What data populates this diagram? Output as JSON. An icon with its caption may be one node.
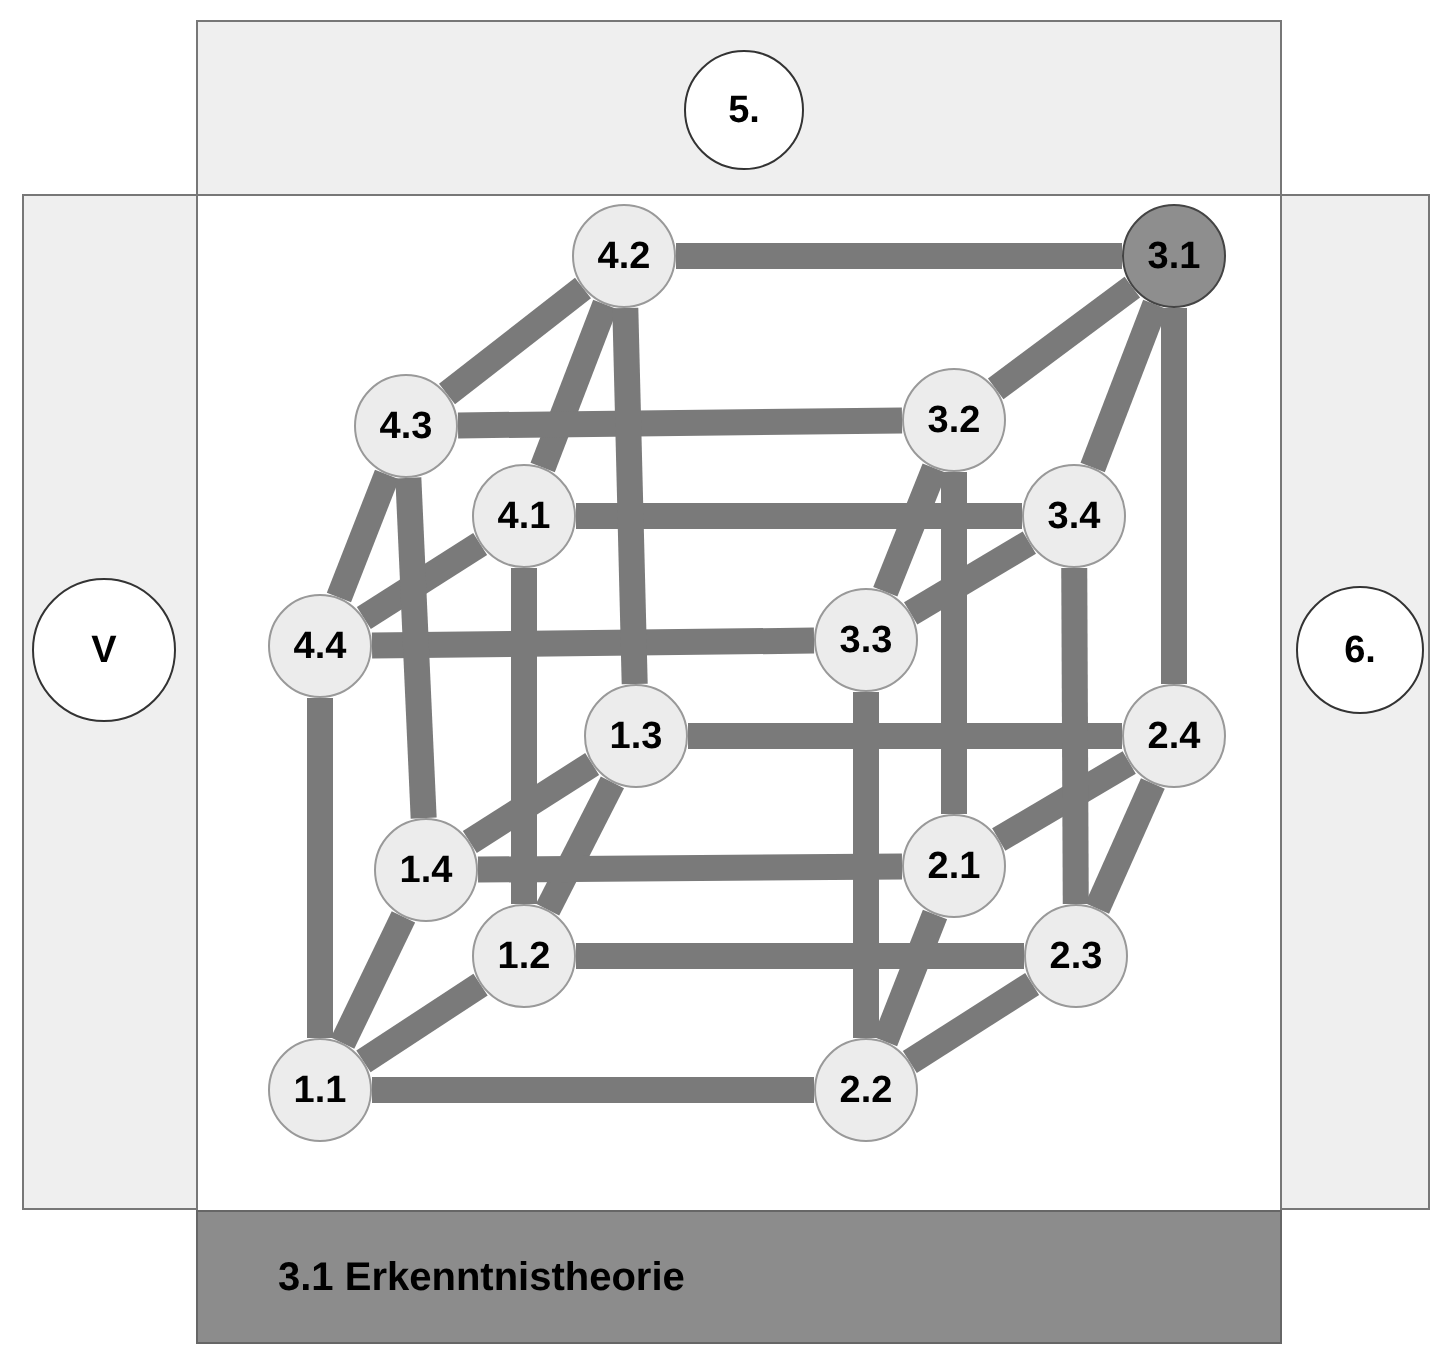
{
  "diagram": {
    "nodes": [
      {
        "text": [
          "5."
        ]
      },
      {
        "text": [
          "4.2"
        ]
      },
      {
        "text": [
          "3.1"
        ]
      },
      {
        "text": [
          "4.3"
        ]
      },
      {
        "text": [
          "3.2"
        ]
      },
      {
        "text": [
          "4.1"
        ]
      },
      {
        "text": [
          "3.4"
        ]
      },
      {
        "text": [
          "V"
        ]
      },
      {
        "text": [
          "4.4"
        ]
      },
      {
        "text": [
          "3.3"
        ]
      },
      {
        "text": [
          "6."
        ]
      },
      {
        "text": [
          "1.3"
        ]
      },
      {
        "text": [
          "2.4"
        ]
      },
      {
        "text": [
          "1.4"
        ]
      },
      {
        "text": [
          "2.1"
        ]
      },
      {
        "text": [
          "1.2"
        ]
      },
      {
        "text": [
          "2.3"
        ]
      },
      {
        "text": [
          "1.1"
        ]
      },
      {
        "text": [
          "2.2"
        ]
      },
      {
        "text": [
          "3.1 Erkenntnistheorie"
        ]
      }
    ],
    "edges": [
      {
        "from": 1,
        "to": 3,
        "arrow": "none"
      },
      {
        "from": 1,
        "to": 5,
        "arrow": "none"
      },
      {
        "from": 3,
        "to": 8,
        "arrow": "none"
      },
      {
        "from": 5,
        "to": 8,
        "arrow": "none"
      },
      {
        "from": 2,
        "to": 4,
        "arrow": "none"
      },
      {
        "from": 2,
        "to": 6,
        "arrow": "none"
      },
      {
        "from": 4,
        "to": 9,
        "arrow": "none"
      },
      {
        "from": 6,
        "to": 9,
        "arrow": "none"
      },
      {
        "from": 17,
        "to": 13,
        "arrow": "none"
      },
      {
        "from": 17,
        "to": 15,
        "arrow": "none"
      },
      {
        "from": 13,
        "to": 11,
        "arrow": "none"
      },
      {
        "from": 15,
        "to": 11,
        "arrow": "none"
      },
      {
        "from": 18,
        "to": 14,
        "arrow": "none"
      },
      {
        "from": 18,
        "to": 16,
        "arrow": "none"
      },
      {
        "from": 14,
        "to": 12,
        "arrow": "none"
      },
      {
        "from": 16,
        "to": 12,
        "arrow": "none"
      },
      {
        "from": 1,
        "to": 2,
        "arrow": "none"
      },
      {
        "from": 3,
        "to": 4,
        "arrow": "none"
      },
      {
        "from": 5,
        "to": 6,
        "arrow": "none"
      },
      {
        "from": 8,
        "to": 9,
        "arrow": "none"
      },
      {
        "from": 11,
        "to": 12,
        "arrow": "none"
      },
      {
        "from": 13,
        "to": 14,
        "arrow": "none"
      },
      {
        "from": 15,
        "to": 16,
        "arrow": "none"
      },
      {
        "from": 17,
        "to": 18,
        "arrow": "none"
      },
      {
        "from": 8,
        "to": 17,
        "arrow": "none"
      },
      {
        "from": 3,
        "to": 13,
        "arrow": "none"
      },
      {
        "from": 5,
        "to": 15,
        "arrow": "none"
      },
      {
        "from": 1,
        "to": 11,
        "arrow": "none"
      },
      {
        "from": 9,
        "to": 18,
        "arrow": "none"
      },
      {
        "from": 4,
        "to": 14,
        "arrow": "none"
      },
      {
        "from": 6,
        "to": 16,
        "arrow": "none"
      },
      {
        "from": 2,
        "to": 12,
        "arrow": "none"
      }
    ]
  }
}
